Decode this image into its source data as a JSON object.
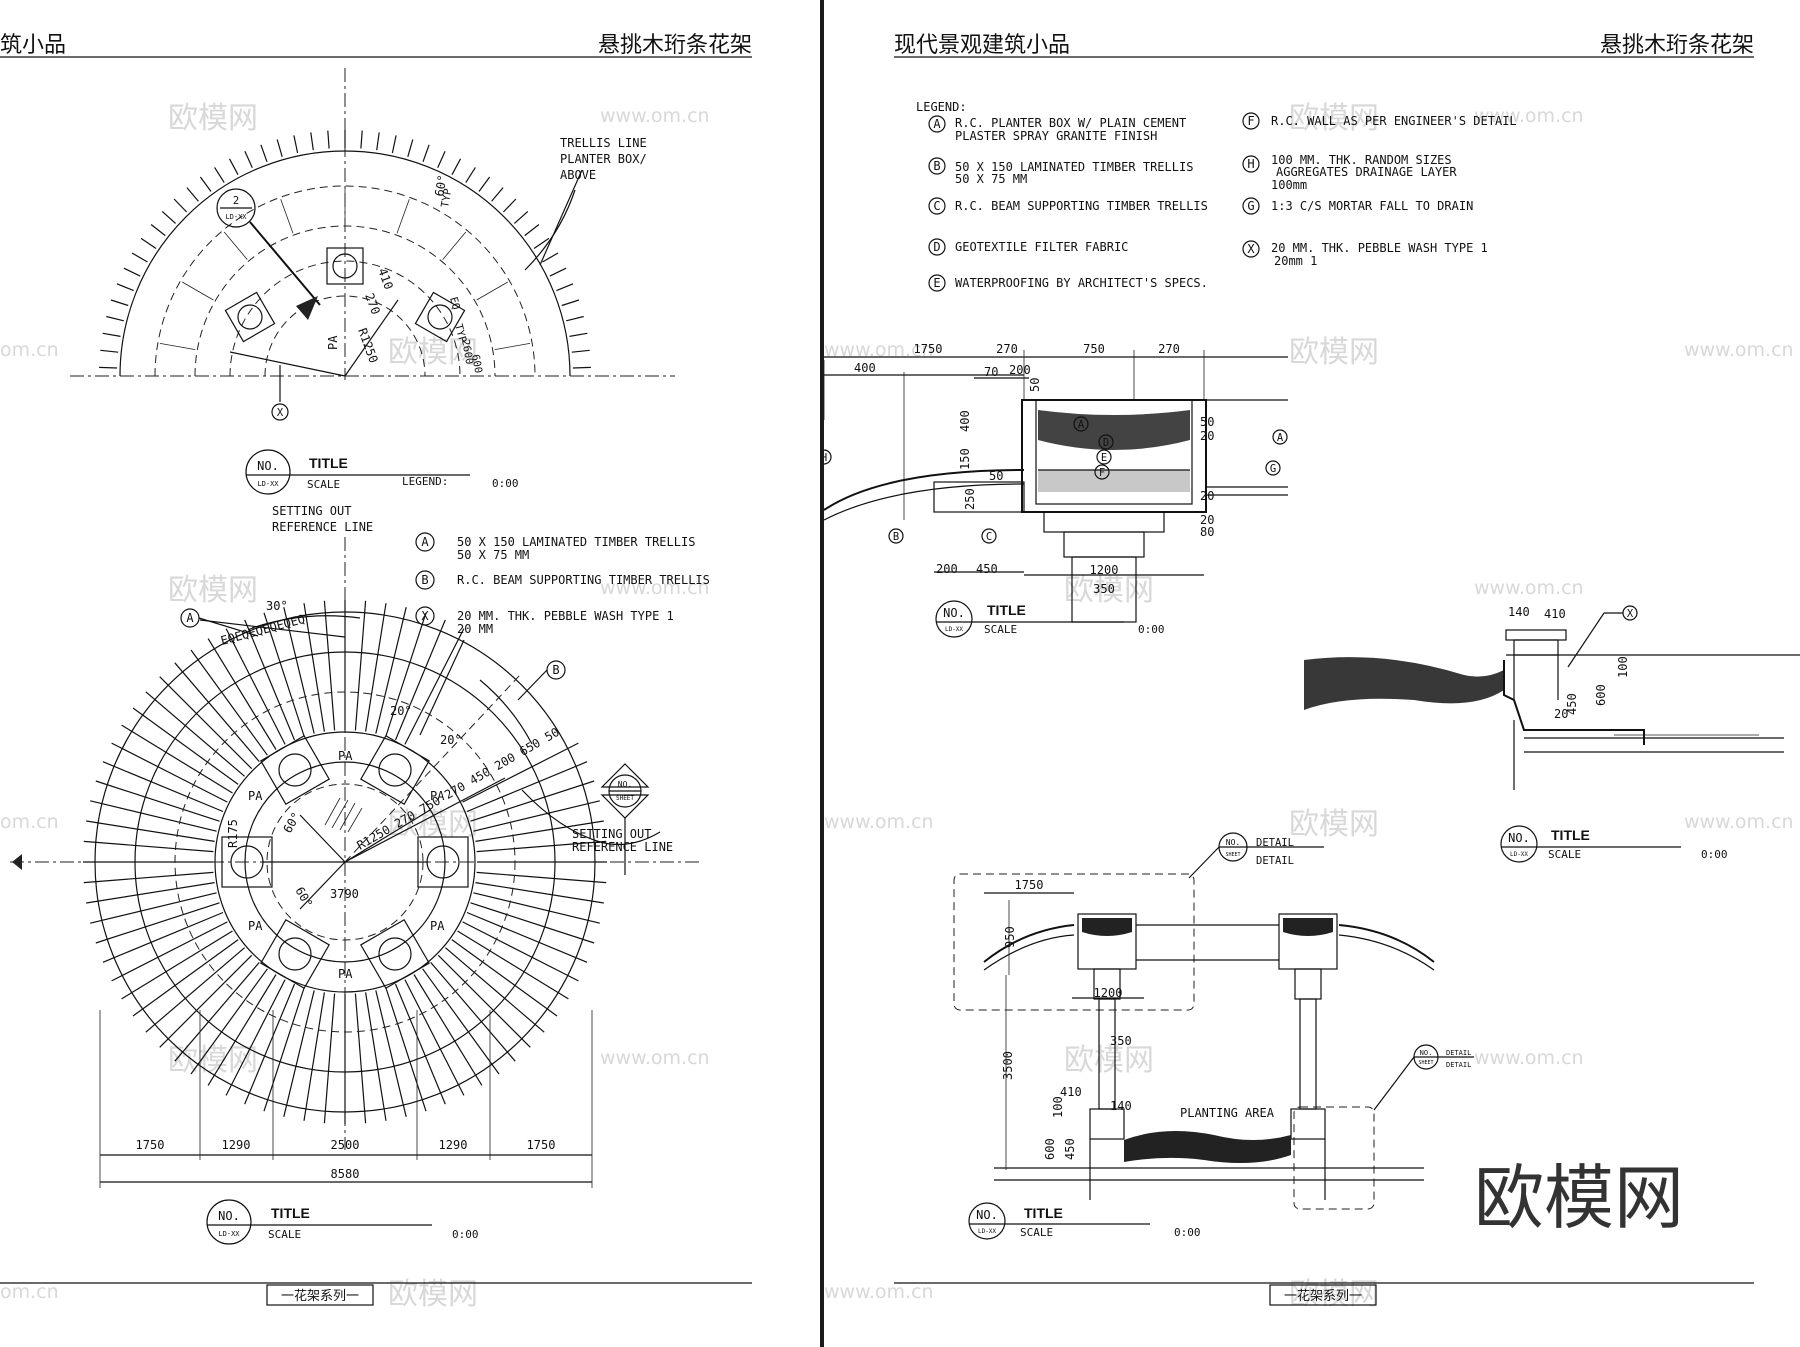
{
  "left_sheet": {
    "header_left": "筑小品",
    "header_right": "悬挑木珩条花架",
    "footer_label": "一花架系列一",
    "plan_top": {
      "callout_trellis": [
        "TRELLIS LINE",
        "PLANTER BOX/",
        "ABOVE"
      ],
      "angle_label": "60°",
      "angle_typ": "TYP",
      "dims_radial": [
        "410",
        "270",
        "R1250"
      ],
      "label_pa": "PA",
      "side_labels": [
        "EQ",
        "TYP",
        "2600",
        "600"
      ],
      "marker_x": "X",
      "section_tag": [
        "2",
        "LD-XX"
      ]
    },
    "title_block_1": {
      "no": "NO.",
      "sheet": "LD-XX",
      "title": "TITLE",
      "scale": "SCALE",
      "legend": "LEGEND:",
      "value": "0:00"
    },
    "plan_main": {
      "setting_out_top": [
        "SETTING OUT",
        "REFERENCE LINE"
      ],
      "legend": [
        {
          "key": "A",
          "lines": [
            "50 X 150 LAMINATED TIMBER TRELLIS",
            "50 X 75 MM"
          ]
        },
        {
          "key": "B",
          "lines": [
            "R.C. BEAM SUPPORTING TIMBER TRELLIS"
          ]
        },
        {
          "key": "X",
          "lines": [
            "20 MM. THK. PEBBLE WASH TYPE 1",
            "20 MM"
          ]
        }
      ],
      "marker_a": "A",
      "marker_b": "B",
      "angle_30": "30°",
      "angle_20a": "20°",
      "angle_20b": "20°",
      "angle_60a": "60°",
      "angle_60b": "60°",
      "eq_row": "EQEQEQEQEQEQ",
      "radial_dims": "R1250 270 750 270 450 200 650 50",
      "r175": "R175",
      "dim_3790": "3790",
      "pa_labels": [
        "PA",
        "PA",
        "PA",
        "PA",
        "PA",
        "PA"
      ],
      "setting_out_right": [
        "SETTING OUT",
        "REFERENCE LINE"
      ],
      "sheet_marker": {
        "no": "NO.",
        "sheet": "SHEET"
      },
      "bottom_dims": [
        "1750",
        "1290",
        "2500",
        "1290",
        "1750"
      ],
      "overall_dim": "8580"
    },
    "title_block_2": {
      "no": "NO.",
      "sheet": "LD-XX",
      "title": "TITLE",
      "scale": "SCALE",
      "value": "0:00"
    }
  },
  "right_sheet": {
    "header_left": "现代景观建筑小品",
    "header_right": "悬挑木珩条花架",
    "footer_label": "一花架系列一",
    "legend_title": "LEGEND:",
    "legend": [
      {
        "key": "A",
        "lines": [
          "R.C. PLANTER BOX W/ PLAIN CEMENT",
          "PLASTER SPRAY GRANITE FINISH"
        ]
      },
      {
        "key": "B",
        "lines": [
          "50 X 150 LAMINATED TIMBER TRELLIS",
          "50 X 75 MM"
        ]
      },
      {
        "key": "C",
        "lines": [
          "R.C. BEAM SUPPORTING TIMBER TRELLIS"
        ]
      },
      {
        "key": "D",
        "lines": [
          "GEOTEXTILE FILTER FABRIC"
        ]
      },
      {
        "key": "E",
        "lines": [
          "WATERPROOFING BY ARCHITECT'S SPECS."
        ]
      },
      {
        "key": "F",
        "lines": [
          "R.C. WALL AS PER ENGINEER'S DETAIL"
        ]
      },
      {
        "key": "H",
        "lines": [
          "100 MM. THK. RANDOM SIZES",
          "AGGREGATES DRAINAGE LAYER",
          "100mm"
        ]
      },
      {
        "key": "G",
        "lines": [
          "1:3 C/S MORTAR FALL TO DRAIN"
        ]
      },
      {
        "key": "X",
        "lines": [
          "20 MM. THK. PEBBLE WASH TYPE 1",
          "20mm              1"
        ]
      }
    ],
    "section_1": {
      "top_dims": [
        "1750",
        "270",
        "750",
        "270"
      ],
      "sub_dims": [
        "400",
        "70",
        "200",
        "50"
      ],
      "side_dims": [
        "400",
        "150",
        "50",
        "250",
        "50",
        "20",
        "20",
        "20",
        "80"
      ],
      "bottom_dims": [
        "200",
        "450",
        "1200",
        "350"
      ],
      "markers": [
        "A",
        "A",
        "H",
        "B",
        "C",
        "D",
        "E",
        "F",
        "G"
      ]
    },
    "title_block_1": {
      "no": "NO.",
      "sheet": "LD-XX",
      "title": "TITLE",
      "scale": "SCALE",
      "value": "0:00"
    },
    "detail_footing": {
      "dims": [
        "140",
        "410",
        "100",
        "600",
        "450",
        "20"
      ],
      "marker_x": "X"
    },
    "title_block_2": {
      "no": "NO.",
      "sheet": "LD-XX",
      "title": "TITLE",
      "scale": "SCALE",
      "value": "0:00"
    },
    "elevation": {
      "detail_tag_1": {
        "no": "NO.",
        "sheet": "SHEET",
        "line1": "DETAIL",
        "line2": "DETAIL"
      },
      "detail_tag_2": {
        "no": "NO.",
        "sheet": "SHEET",
        "line1": "DETAIL",
        "line2": "DETAIL"
      },
      "dims": [
        "1750",
        "950",
        "1200",
        "3500",
        "350",
        "410",
        "140",
        "100",
        "600",
        "450"
      ],
      "planting_label": "PLANTING AREA"
    },
    "title_block_3": {
      "no": "NO.",
      "sheet": "LD-XX",
      "title": "TITLE",
      "scale": "SCALE",
      "value": "0:00"
    },
    "brand": "欧模网"
  },
  "watermarks": {
    "logo": "欧模网",
    "url": "www.om.cn",
    "url_short": "om.cn"
  }
}
